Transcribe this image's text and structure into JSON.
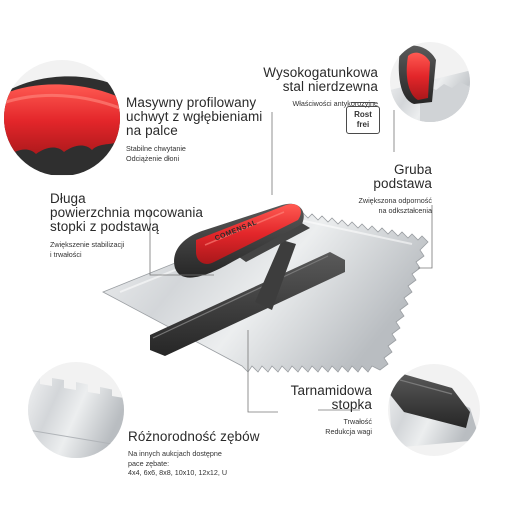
{
  "callouts": {
    "handle": {
      "title_lines": [
        "Masywny profilowany",
        "uchwyt z wgłębieniami",
        "na palce"
      ],
      "detail_lines": [
        "Stabilne chwytanie",
        "Odciążenie dłoni"
      ]
    },
    "steel": {
      "title_lines": [
        "Wysokogatunkowa",
        "stal nierdzewna"
      ],
      "detail_lines": [
        "Właściwości antykorozyjne"
      ],
      "badge_lines": [
        "Rost",
        "frei"
      ]
    },
    "mount": {
      "title_lines": [
        "Długa",
        "powierzchnia mocowania",
        "stopki z podstawą"
      ],
      "detail_lines": [
        "Zwiększenie stabilizacji",
        "i trwałości"
      ]
    },
    "thick": {
      "title_lines": [
        "Gruba",
        "podstawa"
      ],
      "detail_lines": [
        "Zwiększona odporność",
        "na odkształcenia"
      ]
    },
    "teeth": {
      "title_lines": [
        "Różnorodność zębów"
      ],
      "detail_lines": [
        "Na innych aukcjach dostępne",
        "pace zębate:",
        "4x4, 6x6, 8x8, 10x10, 12x12, U"
      ]
    },
    "foot": {
      "title_lines": [
        "Tarnamidowa",
        "stopka"
      ],
      "detail_lines": [
        "Trwałość",
        "Redukcja wagi"
      ]
    }
  },
  "product": {
    "brand_on_handle": "COMENSAL"
  },
  "colors": {
    "handle_red": "#e3262a",
    "handle_dark": "#3a3a3a",
    "steel_light": "#e4e6e8",
    "steel_dark": "#a8acb0",
    "callout_line": "#777777"
  }
}
